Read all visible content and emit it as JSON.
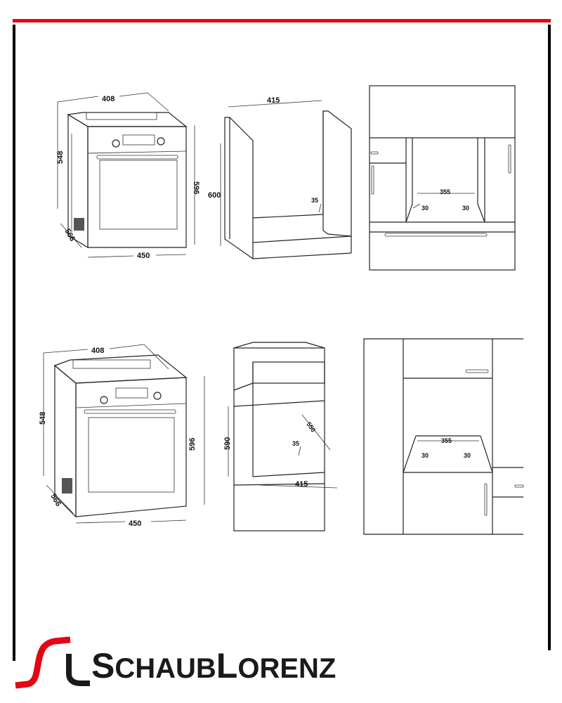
{
  "colors": {
    "brand_red": "#e30613",
    "line": "#222222"
  },
  "diagram_top": {
    "oven": {
      "width_top": "408",
      "height_side": "548",
      "height_front": "596",
      "depth": "566",
      "width_front": "450"
    },
    "cabinet": {
      "width": "415",
      "height": "600",
      "gap": "35"
    },
    "kitchen": {
      "width": "355",
      "left_gap": "30",
      "right_gap": "30"
    }
  },
  "diagram_bottom": {
    "oven": {
      "width_top": "408",
      "height_side": "548",
      "height_front": "596",
      "depth": "566",
      "width_front": "450"
    },
    "cabinet": {
      "height": "590",
      "depth": "550",
      "gap": "35",
      "width": "415"
    },
    "kitchen": {
      "width": "355",
      "left_gap": "30",
      "right_gap": "30"
    }
  },
  "logo": {
    "text": "SCHAUBLORENZ",
    "part1_initial": "S",
    "part1_rest": "CHAUB",
    "part2_initial": "L",
    "part2_rest": "ORENZ"
  }
}
